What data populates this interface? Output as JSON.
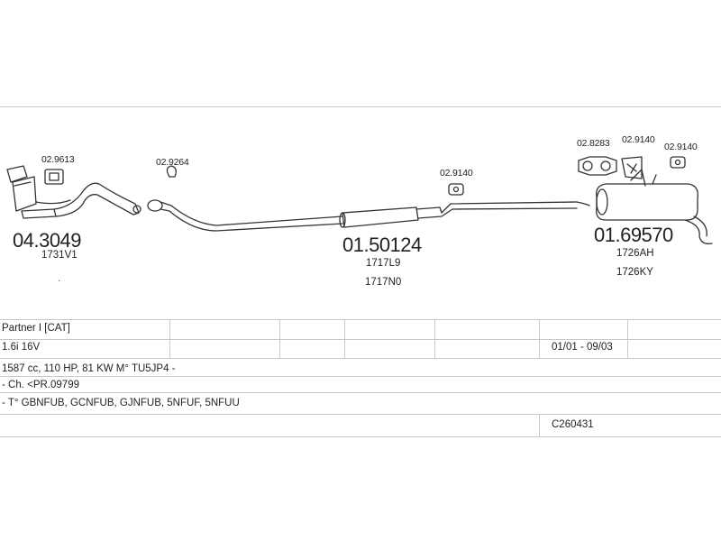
{
  "parts": {
    "p1": {
      "code": "04.3049",
      "ref": "1731V1",
      "clamp_code": "02.9613"
    },
    "p2": {
      "code": "01.50124",
      "ref1": "1717L9",
      "ref2": "1717N0",
      "clamp_code": "02.9264",
      "hanger_code": "02.9140"
    },
    "p3": {
      "code": "01.69570",
      "ref1": "1726AH",
      "ref2": "1726KY",
      "bracket_code": "02.8283",
      "hanger_code_1": "02.9140",
      "hanger_code_2": "02.9140"
    }
  },
  "vehicle": {
    "model": "Partner I [CAT]",
    "engine": "1.6i 16V",
    "date_range": "01/01 - 09/03",
    "specs": "1587 cc, 110 HP, 81 KW M° TU5JP4 -",
    "chassis": "- Ch. <PR.09799",
    "types": "- T° GBNFUB, GCNFUB, GJNFUB, 5NFUF, 5NFUU",
    "catalog_ref": "C260431"
  }
}
